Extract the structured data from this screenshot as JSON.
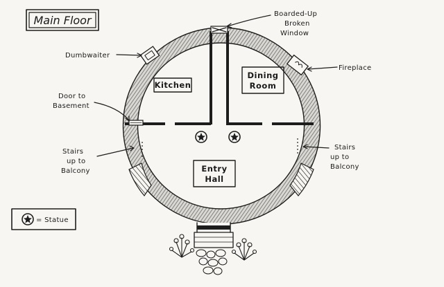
{
  "title": "Main Floor",
  "rooms": {
    "kitchen": "Kitchen",
    "dining_room": [
      "Dining",
      "Room"
    ],
    "entry_hall": [
      "Entry",
      "Hall"
    ]
  },
  "callouts": {
    "dumbwaiter": "Dumbwaiter",
    "boarded_window": [
      "Boarded-Up",
      "Broken",
      "Window"
    ],
    "fireplace": "Fireplace",
    "door_to_basement": [
      "Door to",
      "Basement"
    ],
    "stairs_left": [
      "Stairs",
      "up to",
      "Balcony"
    ],
    "stairs_right": [
      "Stairs",
      "up to",
      "Balcony"
    ]
  },
  "legend": {
    "label": "= Statue",
    "icon": "statue-icon"
  },
  "colors": {
    "ink": "#1d1d1d",
    "paper": "#f7f6f2",
    "wall_fill": "#8a8a8a"
  }
}
